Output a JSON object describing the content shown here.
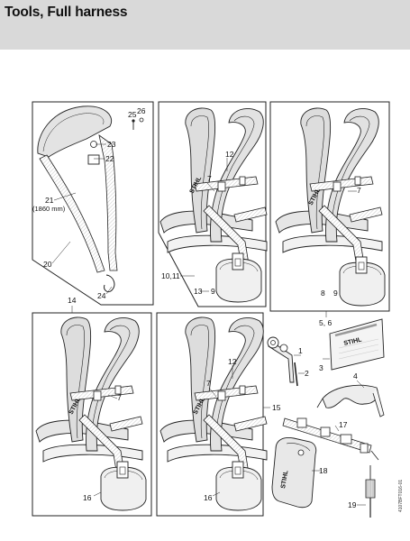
{
  "header": {
    "title": "Tools, Full harness"
  },
  "panels": {
    "strap": {
      "part_strap": "20",
      "part_pad": "21",
      "strap_length": "(1860 mm)",
      "part_buckle": "22",
      "part_ring": "23",
      "part_hook": "24",
      "part_screw": "25",
      "part_nut": "26"
    },
    "harness_a": {
      "callout": "10,11",
      "part_bracket": "12",
      "part_clip": "7",
      "part_hip": "13",
      "part_pad": "9",
      "brand": "STIHL"
    },
    "harness_b": {
      "callout": "5, 6",
      "part_clip": "7",
      "part_hip": "8",
      "part_pad": "9",
      "brand": "STIHL"
    },
    "harness_c": {
      "callout": "14",
      "part_clip": "7",
      "part_hip": "16",
      "brand": "STIHL"
    },
    "harness_d": {
      "callout": "15",
      "part_bracket": "12",
      "part_clip": "7",
      "part_hip": "16",
      "brand": "STIHL"
    }
  },
  "tools": {
    "wrench": "1",
    "pin": "2",
    "manual": "3",
    "manual_brand": "STIHL",
    "glasses": "4",
    "hanger": "17",
    "pouch": "18",
    "pouch_brand": "STIHL",
    "screwdriver": "19"
  },
  "drawing_code": "4107BFT016-01"
}
